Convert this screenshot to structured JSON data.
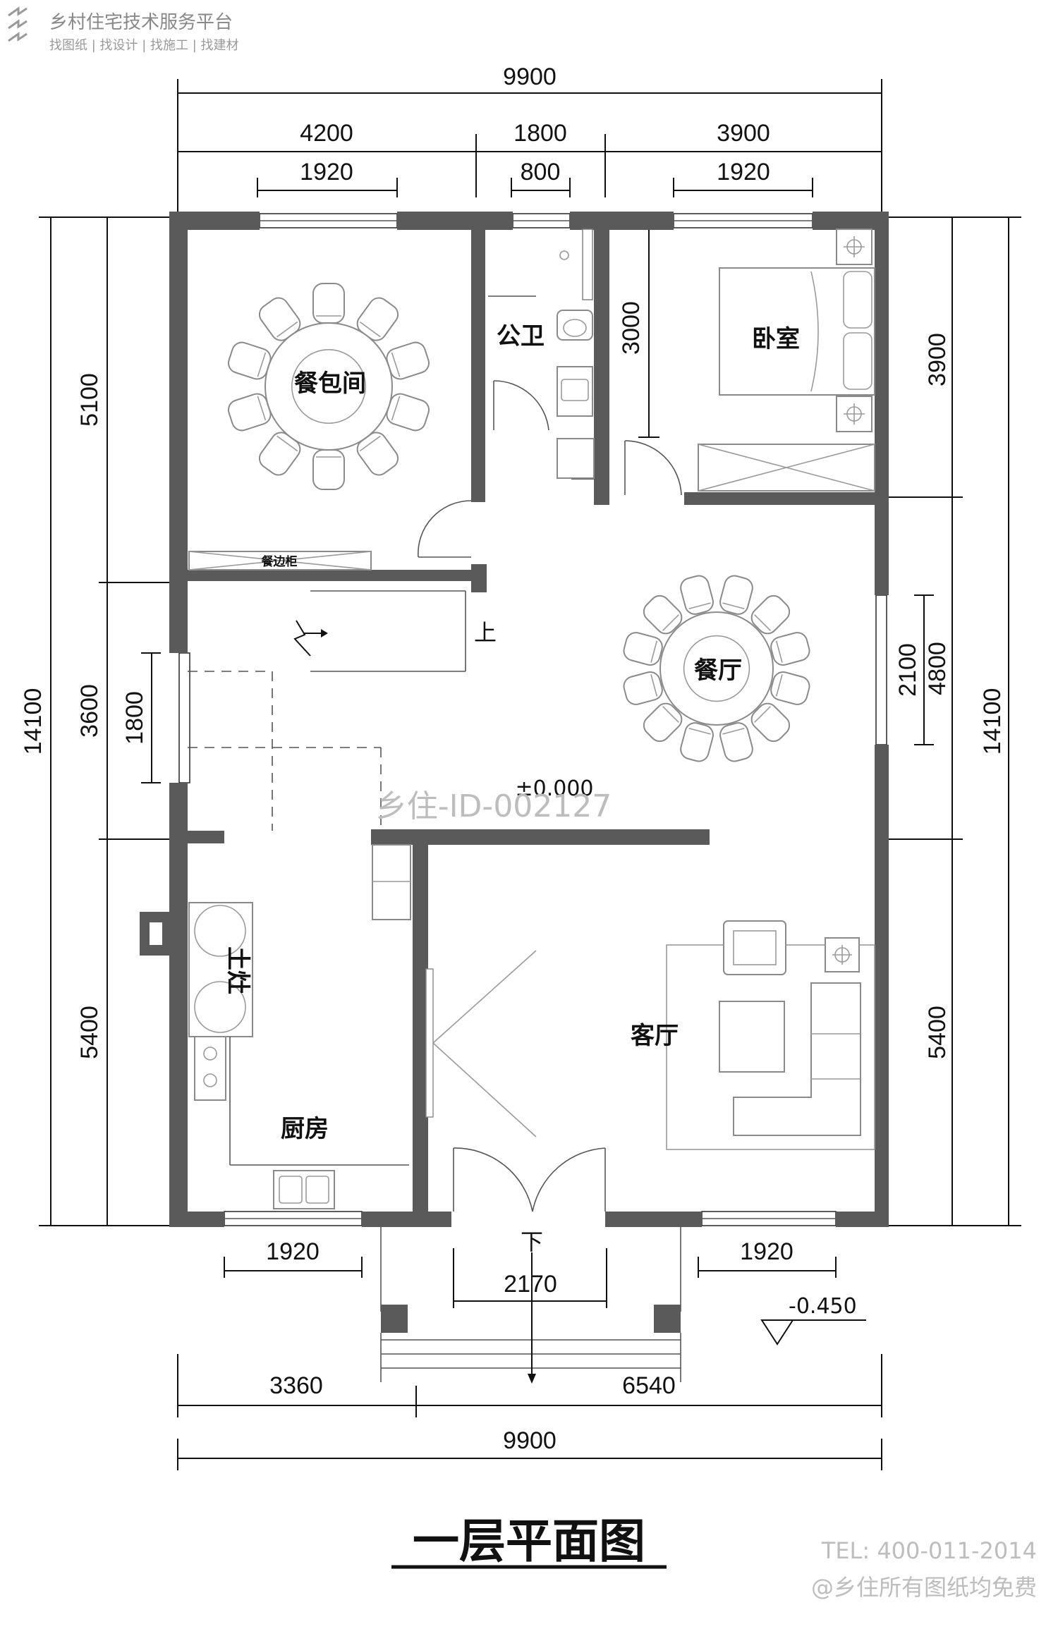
{
  "logo": {
    "title": "乡村住宅技术服务平台",
    "subtitle": "找图纸 | 找设计 | 找施工 | 找建材"
  },
  "dimensions": {
    "top_total": "9900",
    "top_seg_1": "4200",
    "top_seg_2": "1800",
    "top_seg_3": "3900",
    "win_top_left": "1920",
    "win_top_mid": "800",
    "win_top_right": "1920",
    "left_total": "14100",
    "left_seg_1": "5100",
    "left_seg_2": "3600",
    "left_seg_3": "5400",
    "left_window": "1800",
    "right_total": "14100",
    "right_seg_1": "3900",
    "right_seg_2": "4800",
    "right_seg_3": "5400",
    "right_window": "2100",
    "wc_depth": "3000",
    "win_bot_left": "1920",
    "win_bot_right": "1920",
    "entry_width": "2170",
    "bot_seg_1": "3360",
    "bot_seg_2": "6540",
    "bot_total": "9900"
  },
  "rooms": {
    "private_dining": "餐包间",
    "sideboard": "餐边柜",
    "public_wc": "公卫",
    "bedroom": "卧室",
    "dining": "餐厅",
    "living": "客厅",
    "kitchen": "厨房",
    "earth_stove": "土灶"
  },
  "labels": {
    "stair_up": "上",
    "stair_down": "下",
    "elev_floor": "±0.000",
    "elev_porch": "-0.450",
    "watermark_id": "乡住-ID-002127"
  },
  "footer": {
    "title": "一层平面图",
    "tel": "TEL: 400-011-2014",
    "copyright": "@乡住所有图纸均免费"
  }
}
